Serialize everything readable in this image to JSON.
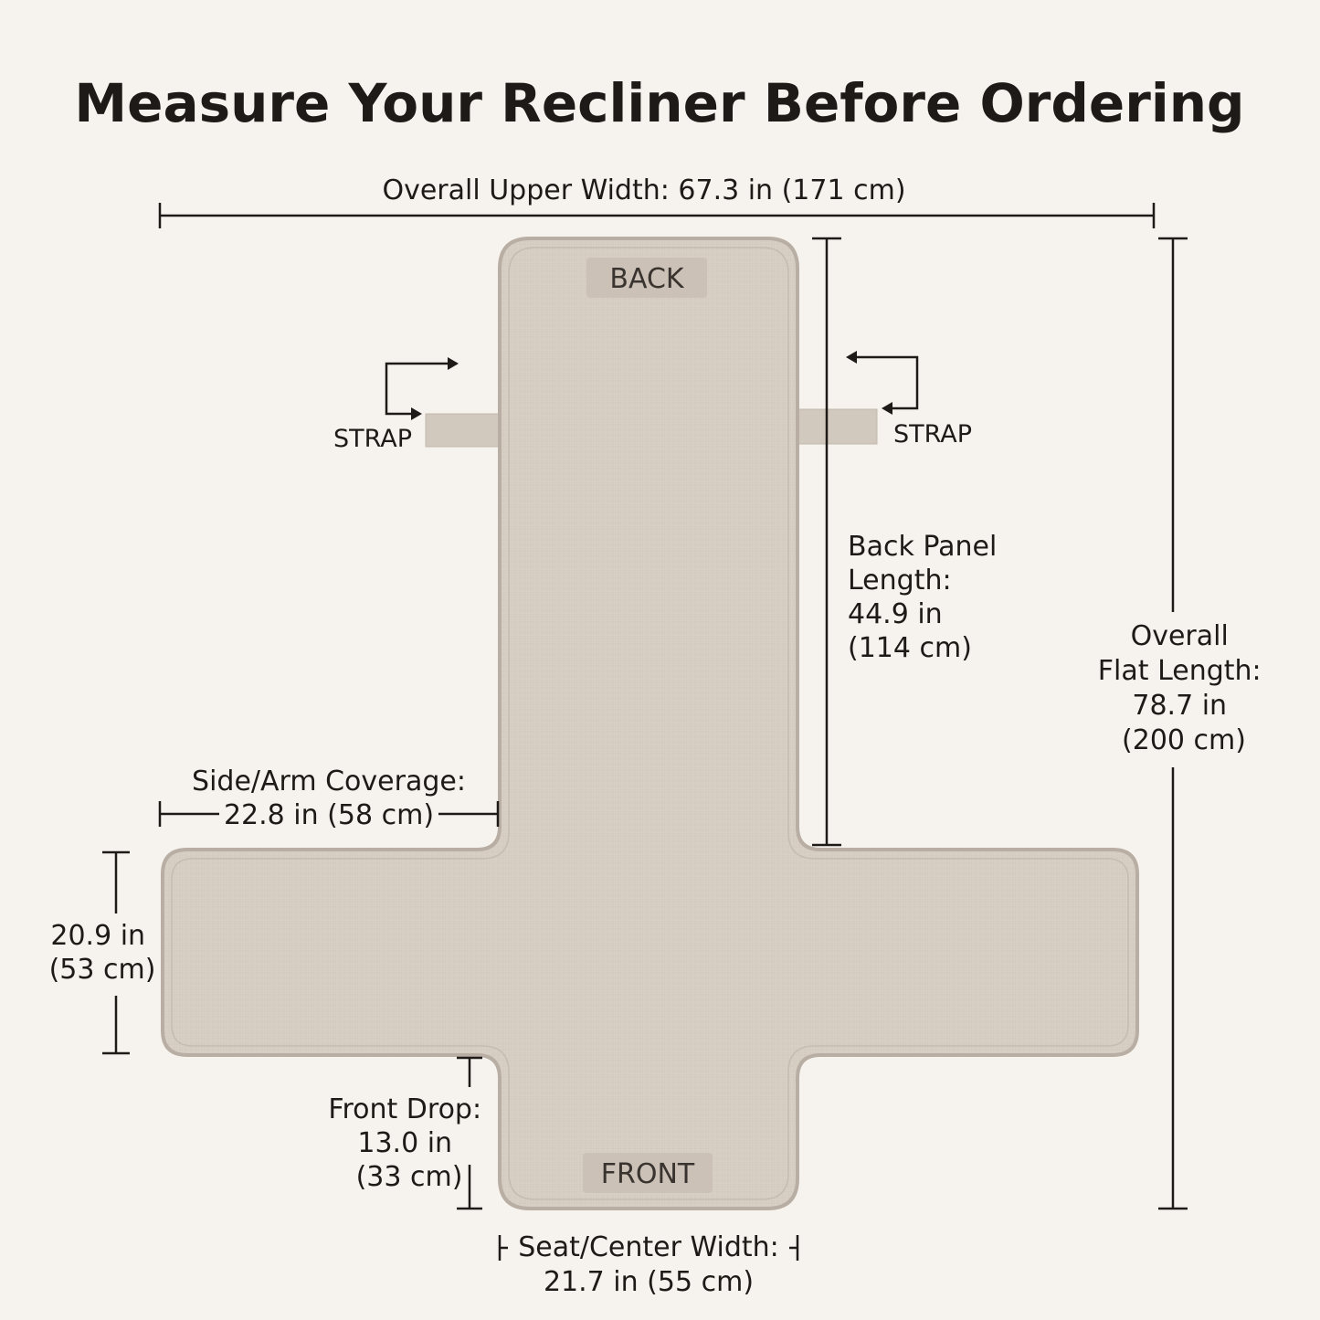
{
  "title": "Measure Your Recliner Before Ordering",
  "colors": {
    "background": "#f6f3ee",
    "fabric": "#d6cdc3",
    "fabric_edge": "#b8aea3",
    "text": "#1e1a17"
  },
  "panel_labels": {
    "back": "BACK",
    "front": "FRONT"
  },
  "straps": {
    "left": "STRAP",
    "right": "STRAP"
  },
  "dimensions": {
    "overall_upper_width": "Overall Upper Width: 67.3 in (171 cm)",
    "back_panel_length": [
      "Back Panel",
      "Length:",
      "44.9 in",
      "(114 cm)"
    ],
    "overall_flat_length": [
      "Overall",
      "Flat Length:",
      "78.7 in",
      "(200 cm)"
    ],
    "side_arm_coverage": [
      "Side/Arm Coverage:",
      "22.8 in (58 cm)"
    ],
    "arm_depth": [
      "20.9 in",
      "(53 cm)"
    ],
    "front_drop": [
      "Front Drop:",
      "13.0 in",
      "(33 cm)"
    ],
    "seat_center_width": [
      "Seat/Center Width:",
      "21.7 in (55 cm)"
    ]
  }
}
